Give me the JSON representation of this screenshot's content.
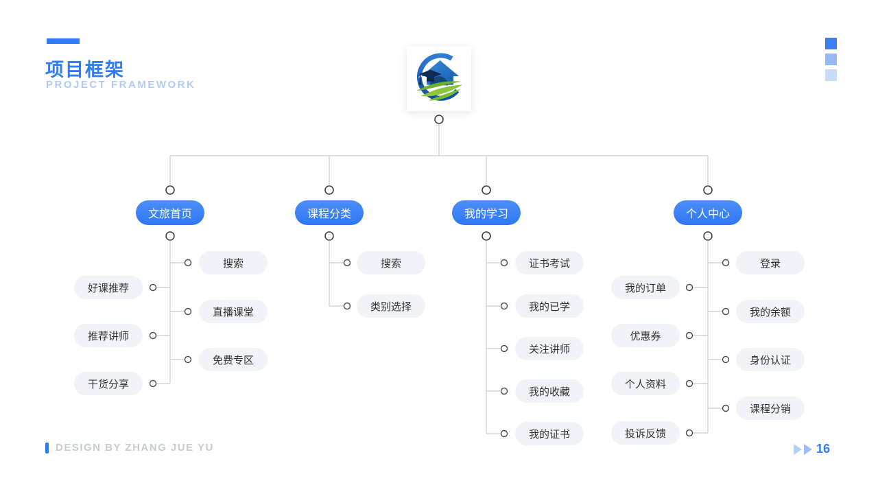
{
  "header": {
    "title": "项目框架",
    "subtitle": "PROJECT FRAMEWORK"
  },
  "logo": {
    "name": "education-logo",
    "description_colors": {
      "blue": "#1B64B4",
      "navy": "#0D2B52",
      "green": "#8CC63F"
    }
  },
  "tree": {
    "branches": [
      {
        "label": "文旅首页",
        "right": [
          "搜索",
          "直播课堂",
          "免费专区"
        ],
        "left": [
          "好课推荐",
          "推荐讲师",
          "干货分享"
        ]
      },
      {
        "label": "课程分类",
        "right": [
          "搜索",
          "类别选择"
        ],
        "left": []
      },
      {
        "label": "我的学习",
        "right": [
          "证书考试",
          "我的已学",
          "关注讲师",
          "我的收藏",
          "我的证书"
        ],
        "left": []
      },
      {
        "label": "个人中心",
        "right": [
          "登录",
          "我的余额",
          "身份认证",
          "课程分销"
        ],
        "left": [
          "我的订单",
          "优惠券",
          "个人资料",
          "投诉反馈"
        ]
      }
    ]
  },
  "footer": {
    "credit": "DESIGN BY ZHANG JUE YU",
    "page_number": "16"
  },
  "colors": {
    "accent": "#2F7CF6",
    "accent_light": "#AECBF7",
    "node_bg": "#F1F3F8",
    "node_text": "#333333",
    "line": "#CCCCCC",
    "credit_text": "#C7CBD3"
  }
}
